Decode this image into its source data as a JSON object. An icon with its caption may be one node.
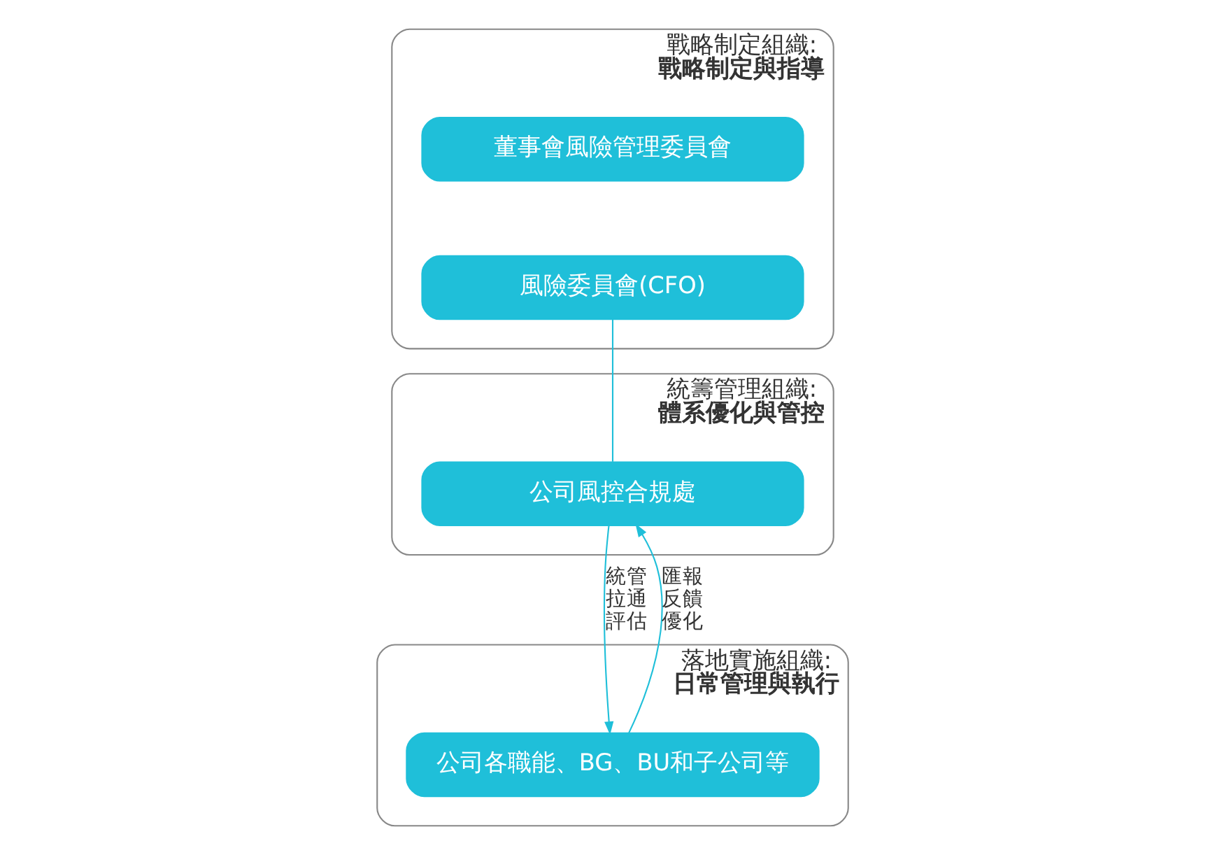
{
  "diagram": {
    "nodes": [
      {
        "text": [
          "戰略制定組織:",
          "戰略制定與指導"
        ]
      },
      {
        "text": [
          "董事會風險管理委員會"
        ],
        "in": 0
      },
      {
        "text": [
          "風險委員會(CFO)"
        ],
        "in": 0
      },
      {
        "text": [
          "統籌管理組織:",
          "體系優化與管控"
        ]
      },
      {
        "text": [
          "公司風控合規處"
        ],
        "in": 3
      },
      {
        "text": [
          "落地實施組織:",
          "日常管理與執行"
        ]
      },
      {
        "text": [
          "公司各職能、BG、BU和子公司等"
        ],
        "in": 5
      }
    ],
    "edges": [
      {
        "from": 2,
        "to": 4,
        "arrow": "none"
      },
      {
        "from": 4,
        "to": 6,
        "arrow": "to",
        "label": "統管拉通評估"
      },
      {
        "from": 6,
        "to": 4,
        "arrow": "to",
        "label": "匯報反饋優化"
      }
    ]
  }
}
